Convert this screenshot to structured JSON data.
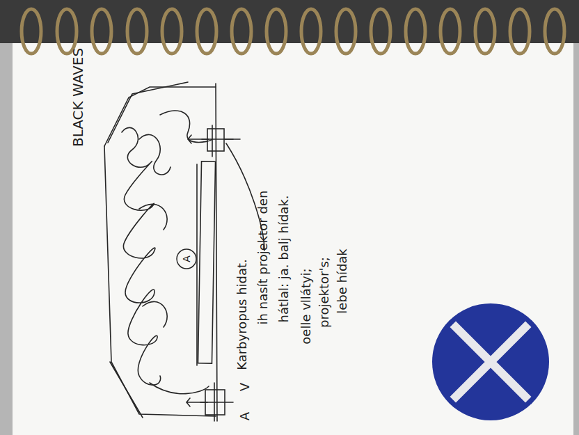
{
  "diagram": {
    "title": "BLACK WAVES",
    "nodes": [
      {
        "text": [
          "A"
        ]
      }
    ],
    "labels": [
      "A",
      "V",
      "Karbyropus hidat.",
      "ih nasít projektor den",
      "hátlal: ja. balj hídak.",
      "oelle vllátyi;",
      "projektor's;",
      "lebe hídak"
    ]
  }
}
